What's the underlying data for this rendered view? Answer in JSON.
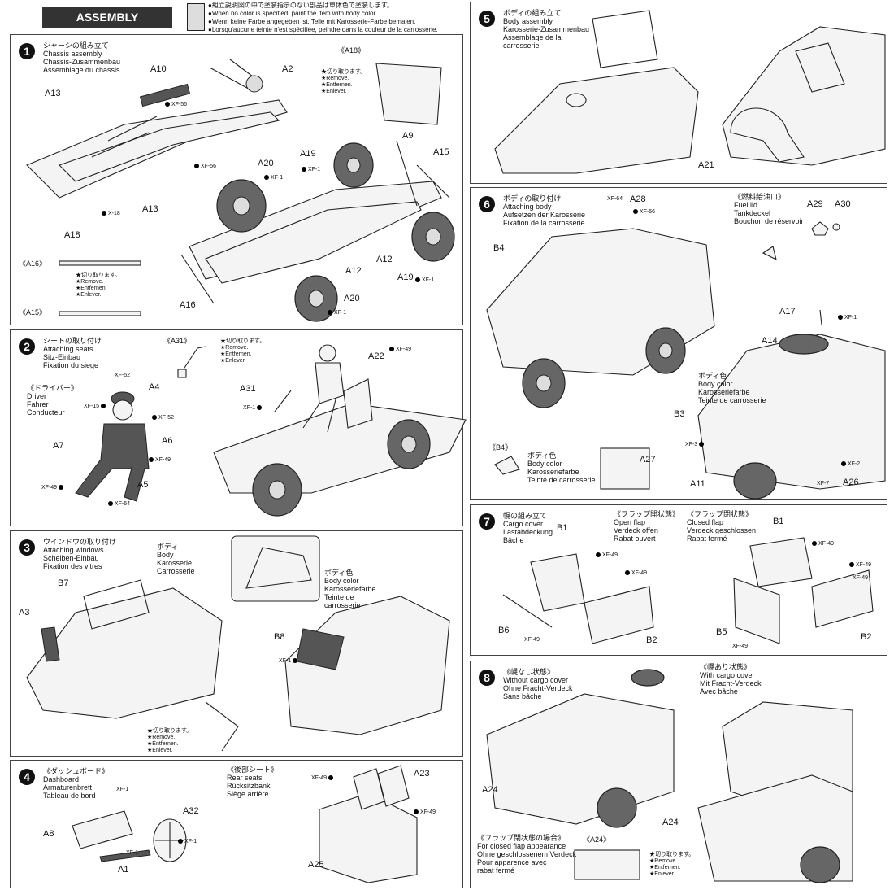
{
  "header": {
    "title": "ASSEMBLY",
    "notes": [
      "●組立説明図の中で塗装指示のない部品は車体色で塗装します。",
      "●When no color is specified, paint the item with body color.",
      "●Wenn keine Farbe angegeben ist, Teile mit Karosserie-Farbe bemalen.",
      "●Lorsqu'aucune teinte n'est spécifiée, peindre dans la couleur de la carrosserie."
    ]
  },
  "cut": [
    "★切り取ります。",
    "★Remove.",
    "★Entfernen.",
    "★Enlever."
  ],
  "steps": [
    {
      "num": "1",
      "lines": [
        "シャーシの組み立て",
        "Chassis assembly",
        "Chassis-Zusammenbau",
        "Assemblage du chassis"
      ]
    },
    {
      "num": "2",
      "lines": [
        "シートの取り付け",
        "Attaching seats",
        "Sitz-Einbau",
        "Fixation du siege"
      ]
    },
    {
      "num": "3",
      "lines": [
        "ウインドウの取り付け",
        "Attaching windows",
        "Scheiben-Einbau",
        "Fixation des vitres"
      ]
    },
    {
      "num": "4",
      "lines": [
        "《ダッシュボード》",
        "Dashboard",
        "Armaturenbrett",
        "Tableau de bord"
      ]
    },
    {
      "num": "5",
      "lines": [
        "ボディの組み立て",
        "Body assembly",
        "Karosserie-Zusammenbau",
        "Assemblage de la",
        "carrosserie"
      ]
    },
    {
      "num": "6",
      "lines": [
        "ボディの取り付け",
        "Attaching body",
        "Aufsetzen der Karosserie",
        "Fixation de la carrosserie"
      ]
    },
    {
      "num": "7",
      "lines": [
        "幌の組み立て",
        "Cargo cover",
        "Lastabdeckung",
        "Bâche"
      ]
    },
    {
      "num": "8",
      "lines": [
        "《幌なし状態》",
        "Without cargo cover",
        "Ohne Fracht-Verdeck",
        "Sans bâche"
      ]
    }
  ],
  "s1": {
    "a18": "《A18》",
    "a16": "《A16》",
    "a15": "《A15》",
    "labels": {
      "A10": "A10",
      "A2": "A2",
      "A13a": "A13",
      "A13b": "A13",
      "A18": "A18",
      "A9": "A9",
      "A15": "A15",
      "A19a": "A19",
      "A19b": "A19",
      "A20a": "A20",
      "A20b": "A20",
      "A12a": "A12",
      "A12b": "A12",
      "A16": "A16"
    },
    "paints": {
      "xf56a": "XF-56",
      "xf56b": "XF-56",
      "x18": "X-18",
      "xf1a": "XF-1",
      "xf1b": "XF-1",
      "xf1c": "XF-1",
      "xf1d": "XF-1"
    }
  },
  "s2": {
    "a31t": "《A31》",
    "driver": [
      "《ドライバー》",
      "Driver",
      "Fahrer",
      "Conducteur"
    ],
    "labels": {
      "A4": "A4",
      "A7": "A7",
      "A6": "A6",
      "A5": "A5",
      "A22": "A22",
      "A31": "A31"
    },
    "paints": {
      "xf52a": "XF-52",
      "xf52b": "XF-52",
      "xf15": "XF-15",
      "xf49a": "XF-49",
      "xf49b": "XF-49",
      "xf64": "XF-64",
      "xf49c": "XF-49",
      "xf1": "XF-1"
    }
  },
  "s3": {
    "body": [
      "ボディ",
      "Body",
      "Karosserie",
      "Carrosserie"
    ],
    "bodycolor": [
      "ボディ色",
      "Body color",
      "Karosseriefarbe",
      "Teinte de",
      "carrosserie"
    ],
    "labels": {
      "B7": "B7",
      "A3": "A3",
      "B8": "B8"
    },
    "paints": {
      "xf1": "XF-1"
    }
  },
  "s4": {
    "rear": [
      "《後部シート》",
      "Rear seats",
      "Rücksitzbank",
      "Siège arrière"
    ],
    "labels": {
      "A8": "A8",
      "A32": "A32",
      "A1": "A1",
      "A23": "A23",
      "A25": "A25"
    },
    "paints": {
      "xf1a": "XF-1",
      "xf1b": "XF-1",
      "xf1c": "XF-1",
      "xf49a": "XF-49",
      "xf49b": "XF-49"
    }
  },
  "s5": {
    "labels": {
      "A21": "A21"
    }
  },
  "s6": {
    "fuel": [
      "《燃料給油口》",
      "Fuel lid",
      "Tankdeckel",
      "Bouchon de réservoir"
    ],
    "b4t": "《B4》",
    "bodycolor": [
      "ボディ色",
      "Body color",
      "Karosseriefarbe",
      "Teinte de carrosserie"
    ],
    "labels": {
      "A28": "A28",
      "A29": "A29",
      "A30": "A30",
      "B4": "B4",
      "A17": "A17",
      "A14": "A14",
      "B3": "B3",
      "A27": "A27",
      "A11": "A11",
      "A26": "A26"
    },
    "paints": {
      "xf64": "XF-64",
      "xf56": "XF-56",
      "xf1": "XF-1",
      "xf3": "XF-3",
      "xf2": "XF-2",
      "xf7": "XF-7"
    }
  },
  "s7": {
    "open": [
      "《フラップ開状態》",
      "Open flap",
      "Verdeck offen",
      "Rabat ouvert"
    ],
    "closed": [
      "《フラップ閉状態》",
      "Closed flap",
      "Verdeck geschlossen",
      "Rabat fermé"
    ],
    "labels": {
      "B1a": "B1",
      "B1b": "B1",
      "B6": "B6",
      "B2a": "B2",
      "B5": "B5",
      "B2b": "B2"
    },
    "paints": {
      "a": "XF-49",
      "b": "XF-49",
      "c": "XF-49",
      "d": "XF-49",
      "e": "XF-49",
      "f": "XF-49",
      "g": "XF-49"
    }
  },
  "s8": {
    "with": [
      "《幌あり状態》",
      "With cargo cover",
      "Mit Fracht-Verdeck",
      "Avec bâche"
    ],
    "closedflap": [
      "《フラップ閉状態の場合》",
      "For closed flap appearance",
      "Ohne geschlossenem Verdeck",
      "Pour apparence avec",
      "rabat fermé"
    ],
    "a24t": "《A24》",
    "labels": {
      "A24a": "A24",
      "A24b": "A24"
    }
  }
}
